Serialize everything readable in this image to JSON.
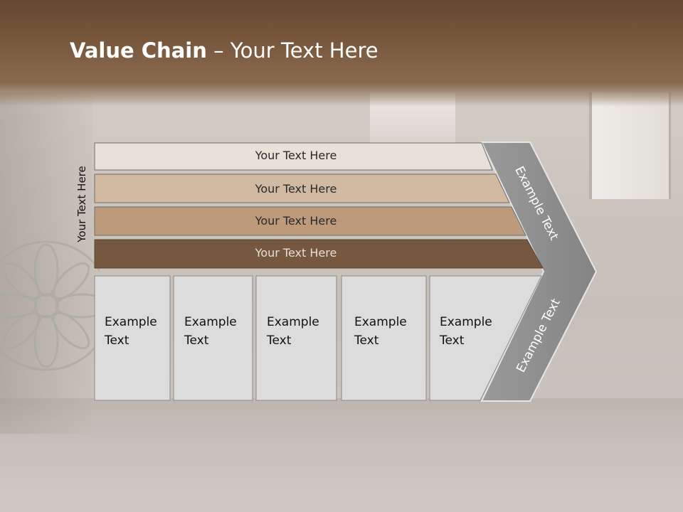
{
  "title": {
    "bold": "Value Chain",
    "rest": " – Your Text Here"
  },
  "side_label": "Your Text Here",
  "rows": [
    {
      "label": "Your Text Here",
      "fill": "#e9e1d7",
      "text_color": "#2a2a2a"
    },
    {
      "label": "Your Text Here",
      "fill": "#d2b9a2",
      "text_color": "#2a2a2a"
    },
    {
      "label": "Your Text Here",
      "fill": "#bd9a7b",
      "text_color": "#2a2a2a"
    },
    {
      "label": "Your Text Here",
      "fill": "#765840",
      "text_color": "#e8ded3"
    }
  ],
  "columns": [
    {
      "line1": "Example",
      "line2": "Text"
    },
    {
      "line1": "Example",
      "line2": "Text"
    },
    {
      "line1": "Example",
      "line2": "Text"
    },
    {
      "line1": "Example",
      "line2": "Text"
    },
    {
      "line1": "Example",
      "line2": "Text"
    }
  ],
  "chevron": {
    "upper_label": "Example Text",
    "lower_label": "Example Text",
    "fill": "#8f8f8f"
  },
  "colors": {
    "header": "#6e5035",
    "column_fill": "#dcdcdc",
    "column_border": "#8a8a8a"
  }
}
